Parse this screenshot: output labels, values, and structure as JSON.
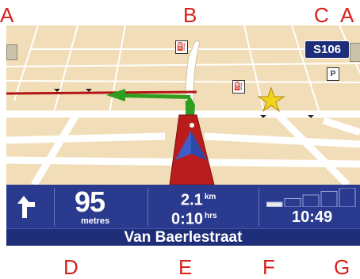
{
  "callouts": {
    "a_left": "A",
    "b": "B",
    "c": "C",
    "a_right": "A",
    "d": "D",
    "e": "E",
    "f": "F",
    "g": "G"
  },
  "map": {
    "road_number": "S106",
    "parking_label": "P"
  },
  "panel": {
    "distance_value": "95",
    "distance_unit": "metres",
    "remaining_distance": "2.1",
    "remaining_distance_unit": "km",
    "remaining_time": "0:10",
    "remaining_time_unit": "hrs",
    "clock": "10:49",
    "street_name": "Van Baerlestraat",
    "signal_strength_level": 1,
    "signal_strength_max": 5
  },
  "colors": {
    "panel": "#2a3b8f",
    "route": "#c02020",
    "callout": "#d8201a",
    "map_bg": "#f1deb8"
  },
  "icons": {
    "turn": "turn-left-arrow-icon",
    "position": "current-position-arrow-icon",
    "favourite": "star-icon",
    "poi": "fuel-station-icon"
  }
}
